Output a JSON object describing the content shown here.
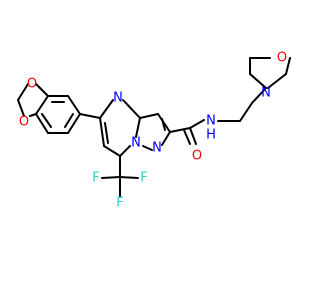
{
  "colors": {
    "bond": "#000000",
    "oxygen": "#ff0000",
    "nitrogen": "#0000ff",
    "fluorine": "#33cccc"
  },
  "atom_labels": {
    "o_dioxole_top": "O",
    "o_dioxole_bottom": "O",
    "n_ring_top": "N",
    "n_ring_bridge": "N",
    "n_ring_pyrazole": "N",
    "nh_amide": "N",
    "h_amide": "H",
    "o_carbonyl": "O",
    "n_morpholine": "N",
    "o_morpholine": "O",
    "f_left": "F",
    "f_right": "F",
    "f_bottom": "F"
  }
}
